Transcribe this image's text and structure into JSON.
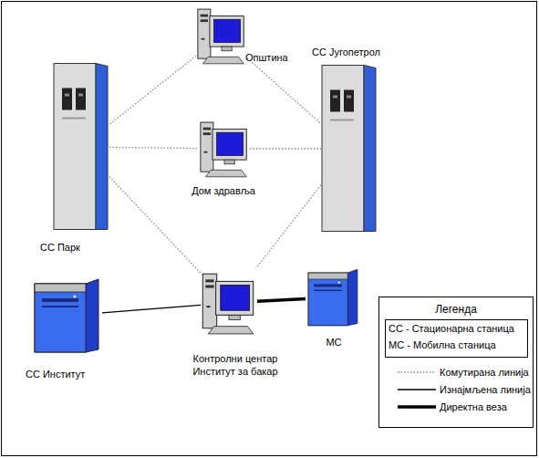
{
  "diagram": {
    "nodes": [
      {
        "text": [
          "Општина"
        ]
      },
      {
        "text": [
          "СС Југопетрол"
        ]
      },
      {
        "text": [
          "Дом здравља"
        ]
      },
      {
        "text": [
          "СС Парк"
        ]
      },
      {
        "text": [
          "МС"
        ]
      },
      {
        "text": [
          "Контролни центар Институт за бакар"
        ]
      },
      {
        "text": [
          "СС Институт"
        ]
      }
    ],
    "edges": [
      {
        "from": 0,
        "to": 3,
        "arrow": "none"
      },
      {
        "from": 0,
        "to": 1,
        "arrow": "none"
      },
      {
        "from": 3,
        "to": 2,
        "arrow": "none"
      },
      {
        "from": 2,
        "to": 1,
        "arrow": "none"
      },
      {
        "from": 3,
        "to": 5,
        "arrow": "none"
      },
      {
        "from": 1,
        "to": 5,
        "arrow": "none"
      },
      {
        "from": 6,
        "to": 5,
        "arrow": "none"
      },
      {
        "from": 5,
        "to": 4,
        "arrow": "none"
      }
    ],
    "labels": [
      "Легенда"
    ],
    "legend": [
      {
        "text": "СС - Стационарна станица"
      },
      {
        "text": "МС - Мобилна станица"
      },
      {
        "text": "Комутирана линија"
      },
      {
        "text": "Изнајмљена линија"
      },
      {
        "text": "Директна веза"
      }
    ]
  }
}
